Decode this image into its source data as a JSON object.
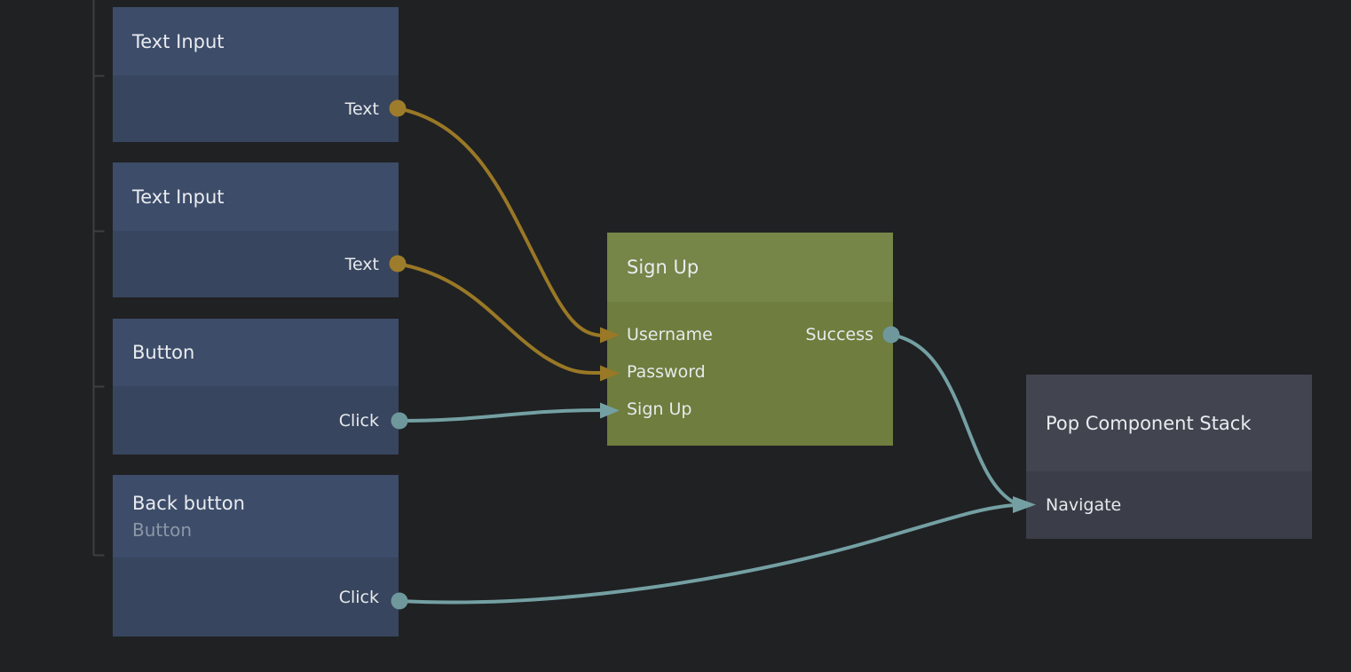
{
  "canvas": {
    "background": "#202123"
  },
  "palette": {
    "node_blue_header": "#3d4c69",
    "node_blue_body": "#38455f",
    "node_olive_header": "#768548",
    "node_olive_body": "#6f7d3e",
    "node_gray_header": "#42454f",
    "node_gray_body": "#3b3e48",
    "wire_gold": "#997826",
    "dot_gold": "#9d7c2c",
    "wire_teal": "#74a0a3",
    "dot_teal": "#6e989b",
    "hierarchy_line": "#3d3f41",
    "title_text": "#e9ecef",
    "port_text": "#e6eaec",
    "subtitle_text": "#8c97a7"
  },
  "nodes": [
    {
      "title": "Text Input",
      "outputs": [
        {
          "label": "Text",
          "type": "gold"
        }
      ]
    },
    {
      "title": "Text Input",
      "outputs": [
        {
          "label": "Text",
          "type": "gold"
        }
      ]
    },
    {
      "title": "Button",
      "outputs": [
        {
          "label": "Click",
          "type": "teal"
        }
      ]
    },
    {
      "title": "Back button",
      "subtitle": "Button",
      "outputs": [
        {
          "label": "Click",
          "type": "teal"
        }
      ]
    },
    {
      "title": "Sign Up",
      "inputs": [
        {
          "label": "Username"
        },
        {
          "label": "Password"
        },
        {
          "label": "Sign Up"
        }
      ],
      "outputs": [
        {
          "label": "Success",
          "type": "teal"
        }
      ]
    },
    {
      "title": "Pop Component Stack",
      "inputs": [
        {
          "label": "Navigate"
        }
      ]
    }
  ],
  "connections": [
    {
      "from": "Text Input #1 / Text",
      "to": "Sign Up / Username",
      "color": "gold"
    },
    {
      "from": "Text Input #2 / Text",
      "to": "Sign Up / Password",
      "color": "gold"
    },
    {
      "from": "Button / Click",
      "to": "Sign Up / Sign Up",
      "color": "teal"
    },
    {
      "from": "Sign Up / Success",
      "to": "Pop Component Stack / Navigate",
      "color": "teal"
    },
    {
      "from": "Back button / Click",
      "to": "Pop Component Stack / Navigate",
      "color": "teal"
    }
  ]
}
